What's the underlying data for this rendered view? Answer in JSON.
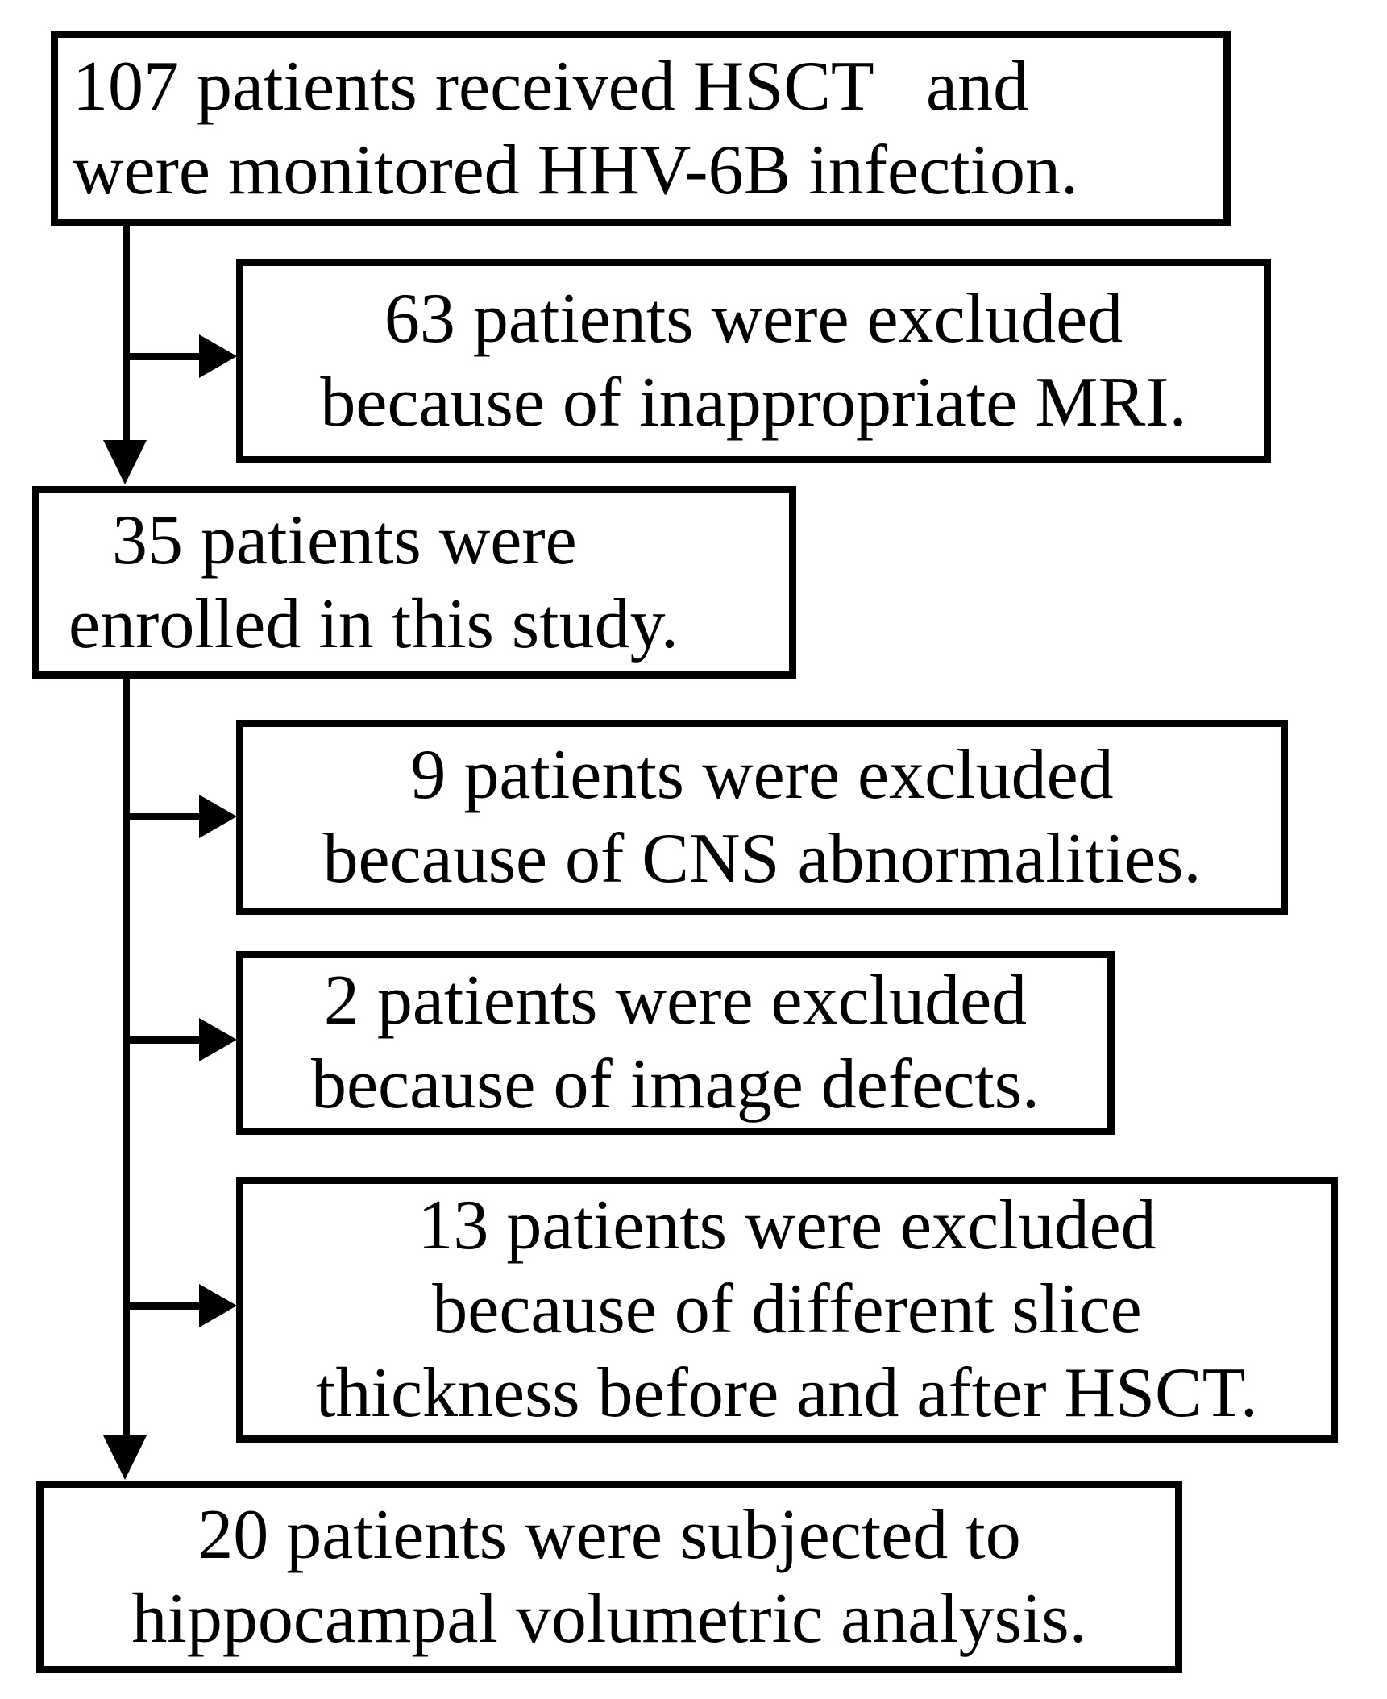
{
  "flowchart": {
    "background_color": "#ffffff",
    "line_color": "#000000",
    "boxes": {
      "received": {
        "line1": "107 patients received HSCT   and",
        "line2": "were monitored HHV-6B infection."
      },
      "excluded_mri": {
        "line1": "63 patients were excluded",
        "line2": "because of inappropriate MRI."
      },
      "enrolled": {
        "line1": "35 patients were",
        "line2": "enrolled in this study."
      },
      "excluded_cns": {
        "line1": "9 patients were excluded",
        "line2": "because of CNS abnormalities."
      },
      "excluded_defects": {
        "line1": "2 patients were excluded",
        "line2": "because of image defects."
      },
      "excluded_slice": {
        "line1": "13 patients were excluded",
        "line2": "because of different slice",
        "line3": "thickness before and after HSCT."
      },
      "analysis": {
        "line1": "20 patients were subjected to",
        "line2": "hippocampal volumetric analysis."
      }
    }
  }
}
